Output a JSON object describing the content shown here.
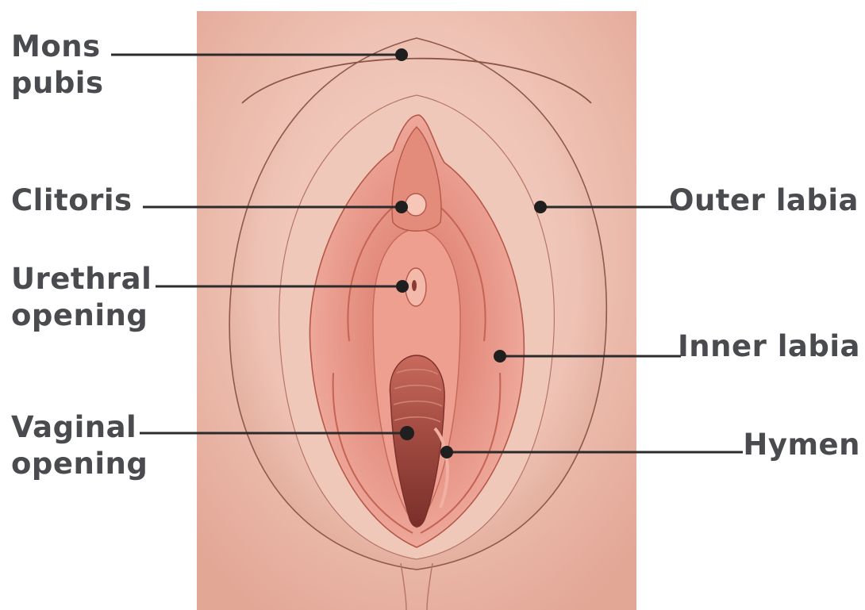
{
  "diagram": {
    "labels": {
      "mons_pubis": [
        "Mons",
        "pubis"
      ],
      "clitoris": [
        "Clitoris"
      ],
      "urethral_opening": [
        "Urethral",
        "opening"
      ],
      "vaginal_opening": [
        "Vaginal",
        "opening"
      ],
      "outer_labia": [
        "Outer labia"
      ],
      "inner_labia": [
        "Inner labia"
      ],
      "hymen": [
        "Hymen"
      ]
    }
  },
  "colors": {
    "label_text": "#4a4b4f",
    "leader_line": "#2b2b2b",
    "skin_light": "#f4cfc2",
    "skin_mid": "#e7ad9d",
    "labia_inner": "#e58f7e",
    "labia_deep": "#c9604f",
    "opening_dark": "#8a3b34"
  }
}
